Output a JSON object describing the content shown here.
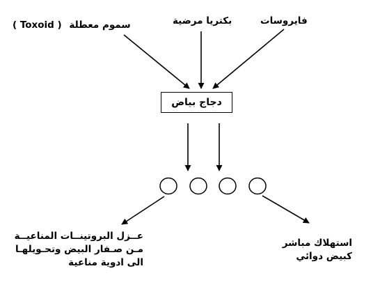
{
  "diagram": {
    "inputs": {
      "toxoid": {
        "arabic": "سموم معطلة",
        "latin": "( Toxoid )"
      },
      "bacteria": "بكتريا مرضية",
      "viruses": "فايروسات"
    },
    "center_box": "دجاج بياض",
    "eggs_count": 4,
    "outputs": {
      "left": {
        "lines": [
          "عــزل البروتينــات المناعيــة",
          "مـن صـفار البيض وتحـويلهـا",
          "الى ادوية مناعية"
        ]
      },
      "right": {
        "lines": [
          "استهلاك مباشر",
          "كبيض دوائي"
        ]
      }
    },
    "colors": {
      "ink": "#000000",
      "background": "#ffffff"
    }
  }
}
